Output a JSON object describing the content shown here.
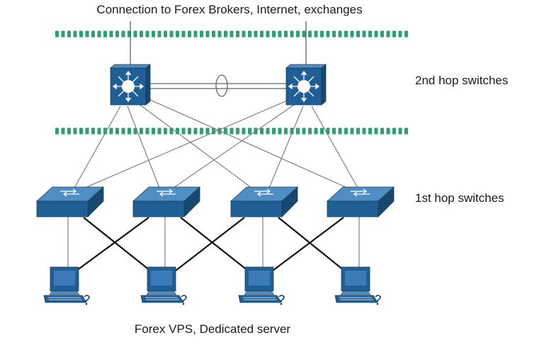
{
  "labels": {
    "top": "Connection to Forex Brokers, Internet, exchanges",
    "second_hop": "2nd hop switches",
    "first_hop": "1st hop switches",
    "bottom": "Forex VPS, Dedicated server"
  },
  "colors": {
    "device_front": "#1f5f96",
    "device_top": "#4f8ec2",
    "device_side": "#17486f",
    "boundary_dash": "#2e9f72",
    "thin_line": "#777777",
    "thick_line": "#111111"
  },
  "nodes": {
    "core_switches": [
      "core-switch-1",
      "core-switch-2"
    ],
    "access_switches": [
      "access-switch-1",
      "access-switch-2",
      "access-switch-3",
      "access-switch-4"
    ],
    "servers": [
      "server-1",
      "server-2",
      "server-3",
      "server-4"
    ]
  }
}
